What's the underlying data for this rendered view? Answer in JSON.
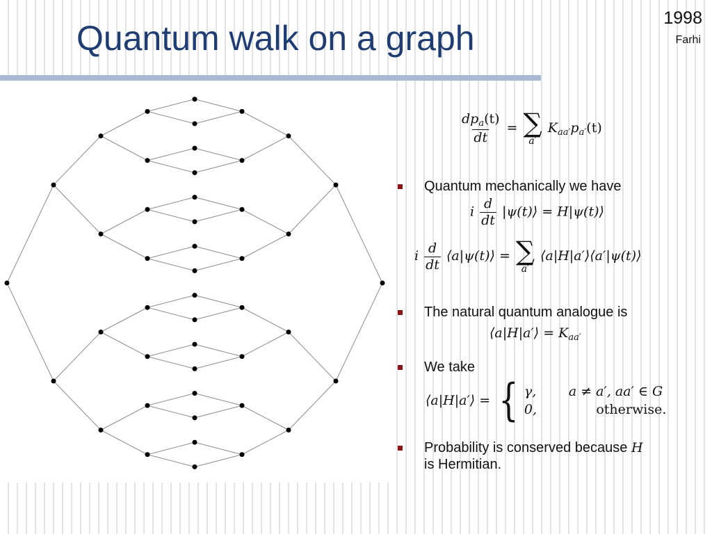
{
  "header": {
    "title": "Quantum walk on a graph",
    "year": "1998",
    "author": "Farhi"
  },
  "equations": {
    "classical": {
      "frac_num": "dp",
      "frac_num_sub": "a",
      "frac_num_tail": "(t)",
      "frac_den": "dt",
      "equals": "=",
      "sum_limit": "a′",
      "rhs_K": "K",
      "rhs_K_sub": "aa′",
      "rhs_p": "p",
      "rhs_p_sub": "a′",
      "rhs_tail": "(t)"
    },
    "schrodinger": {
      "i": "i",
      "frac_num": "d",
      "frac_den": "dt",
      "rhs": "|ψ(t)⟩ = H|ψ(t)⟩"
    },
    "component": {
      "i": "i",
      "frac_num": "d",
      "frac_den": "dt",
      "lhs": "⟨a|ψ(t)⟩ =",
      "sum_limit": "a′",
      "rhs": "⟨a|H|a′⟩⟨a′|ψ(t)⟩"
    },
    "analogue": {
      "lhs": "⟨a|H|a′⟩ = K",
      "sub": "aa′"
    },
    "cases": {
      "lhs": "⟨a|H|a′⟩ =",
      "brace": "{",
      "val1": "γ,",
      "cond1": "a ≠ a′, aa′ ∈ G",
      "val2": "0,",
      "cond2": "otherwise."
    }
  },
  "bullets": [
    {
      "text": "Quantum mechanically we have"
    },
    {
      "text": "The natural quantum analogue is"
    },
    {
      "text": "We take"
    },
    {
      "text": "Probability is conserved because",
      "math": "H",
      "line2": "is Hermitian."
    }
  ],
  "colors": {
    "title": "#1f3d73",
    "rule": "#a9b8d4",
    "bullet": "#8b1414",
    "graph_edge": "#8c8c8c",
    "graph_node": "#000000"
  }
}
